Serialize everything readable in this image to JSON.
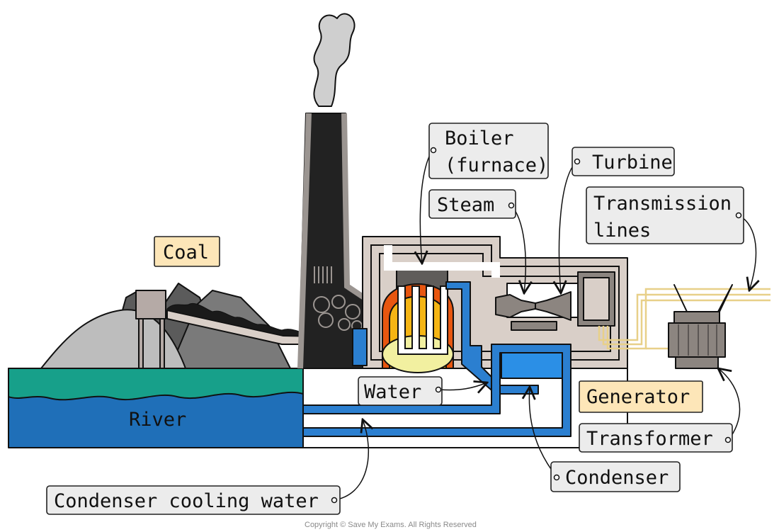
{
  "labels": {
    "boiler_line1": "Boiler",
    "boiler_line2": "(furnace)",
    "turbine": "Turbine",
    "steam": "Steam",
    "transmission_line1": "Transmission",
    "transmission_line2": "lines",
    "coal": "Coal",
    "water": "Water",
    "generator": "Generator",
    "river": "River",
    "transformer": "Transformer",
    "condenser": "Condenser",
    "cooling_water": "Condenser cooling water"
  },
  "copyright": "Copyright © Save My Exams. All Rights Reserved",
  "colors": {
    "river_top": "#17a08a",
    "river_body": "#1f6fb8",
    "pipe": "#2b7fd0",
    "condenser": "#2b8fe6",
    "building": "#d9cfc8",
    "chimney": "#222222",
    "coal_pile": "#bdbdbd",
    "furnace_hot": "#e8560f",
    "furnace_warm": "#f5b514",
    "furnace_glow": "#f2f0a0",
    "cable": "#e8d089",
    "tag_fill": "#ececec",
    "tag_highlight": "#fde6b8"
  }
}
